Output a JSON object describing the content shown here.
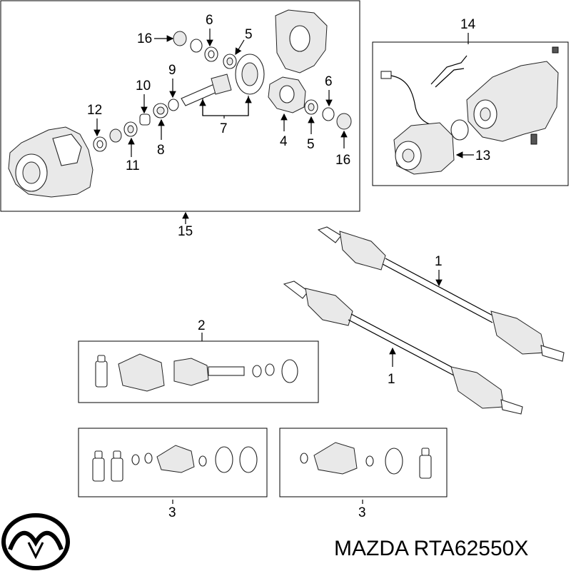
{
  "callouts": {
    "c1a": "1",
    "c1b": "1",
    "c2": "2",
    "c3a": "3",
    "c3b": "3",
    "c4": "4",
    "c5a": "5",
    "c5b": "5",
    "c6a": "6",
    "c6b": "6",
    "c7": "7",
    "c8": "8",
    "c9": "9",
    "c10": "10",
    "c11": "11",
    "c12": "12",
    "c13": "13",
    "c14": "14",
    "c15": "15",
    "c16a": "16",
    "c16b": "16"
  },
  "brand": {
    "caption": "MAZDA RTA62550X",
    "logo": "mazda-logo-icon"
  }
}
